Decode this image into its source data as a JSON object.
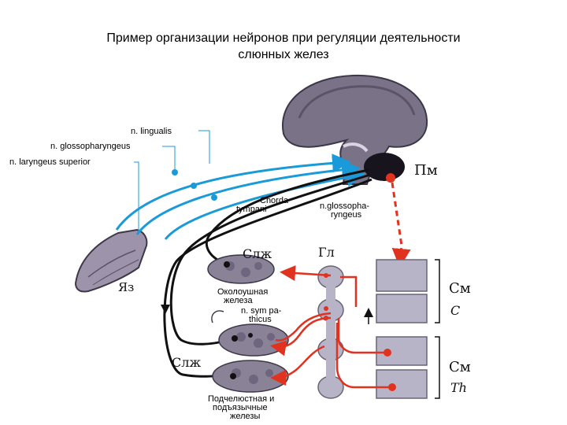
{
  "title": {
    "line1": "Пример организации нейронов при регуляции деятельности",
    "line2": "слюнных  желез"
  },
  "labels": {
    "n_lingualis": "n. lingualis",
    "n_glossopharyngeus": "n. glossopharyngeus",
    "n_laryngeus_superior": "n. laryngeus superior",
    "chorda_1": "Chorda",
    "chorda_2": "tympani",
    "n_glosso_1": "n.glossopha-",
    "n_glosso_2": "ryngeus",
    "pm": "Пм",
    "slzh_top": "Слж",
    "gl": "Гл",
    "yaz": "Яз",
    "okolo_1": "Околоушная",
    "okolo_2": "железа",
    "symp_1": "n. sym pa-",
    "symp_2": "thicus",
    "slzh_bottom": "Слж",
    "sm_1": "См",
    "c": "C",
    "sm_2": "См",
    "th": "Th",
    "podch_1": "Подчелюстная и",
    "podch_2": "подъязычные",
    "podch_3": "железы"
  },
  "colors": {
    "afferent": "#1a9ad8",
    "sympathetic": "#e0321e",
    "parasympathetic": "#111111",
    "tissue": "#8a8296",
    "spine": "#b8b4c8"
  }
}
